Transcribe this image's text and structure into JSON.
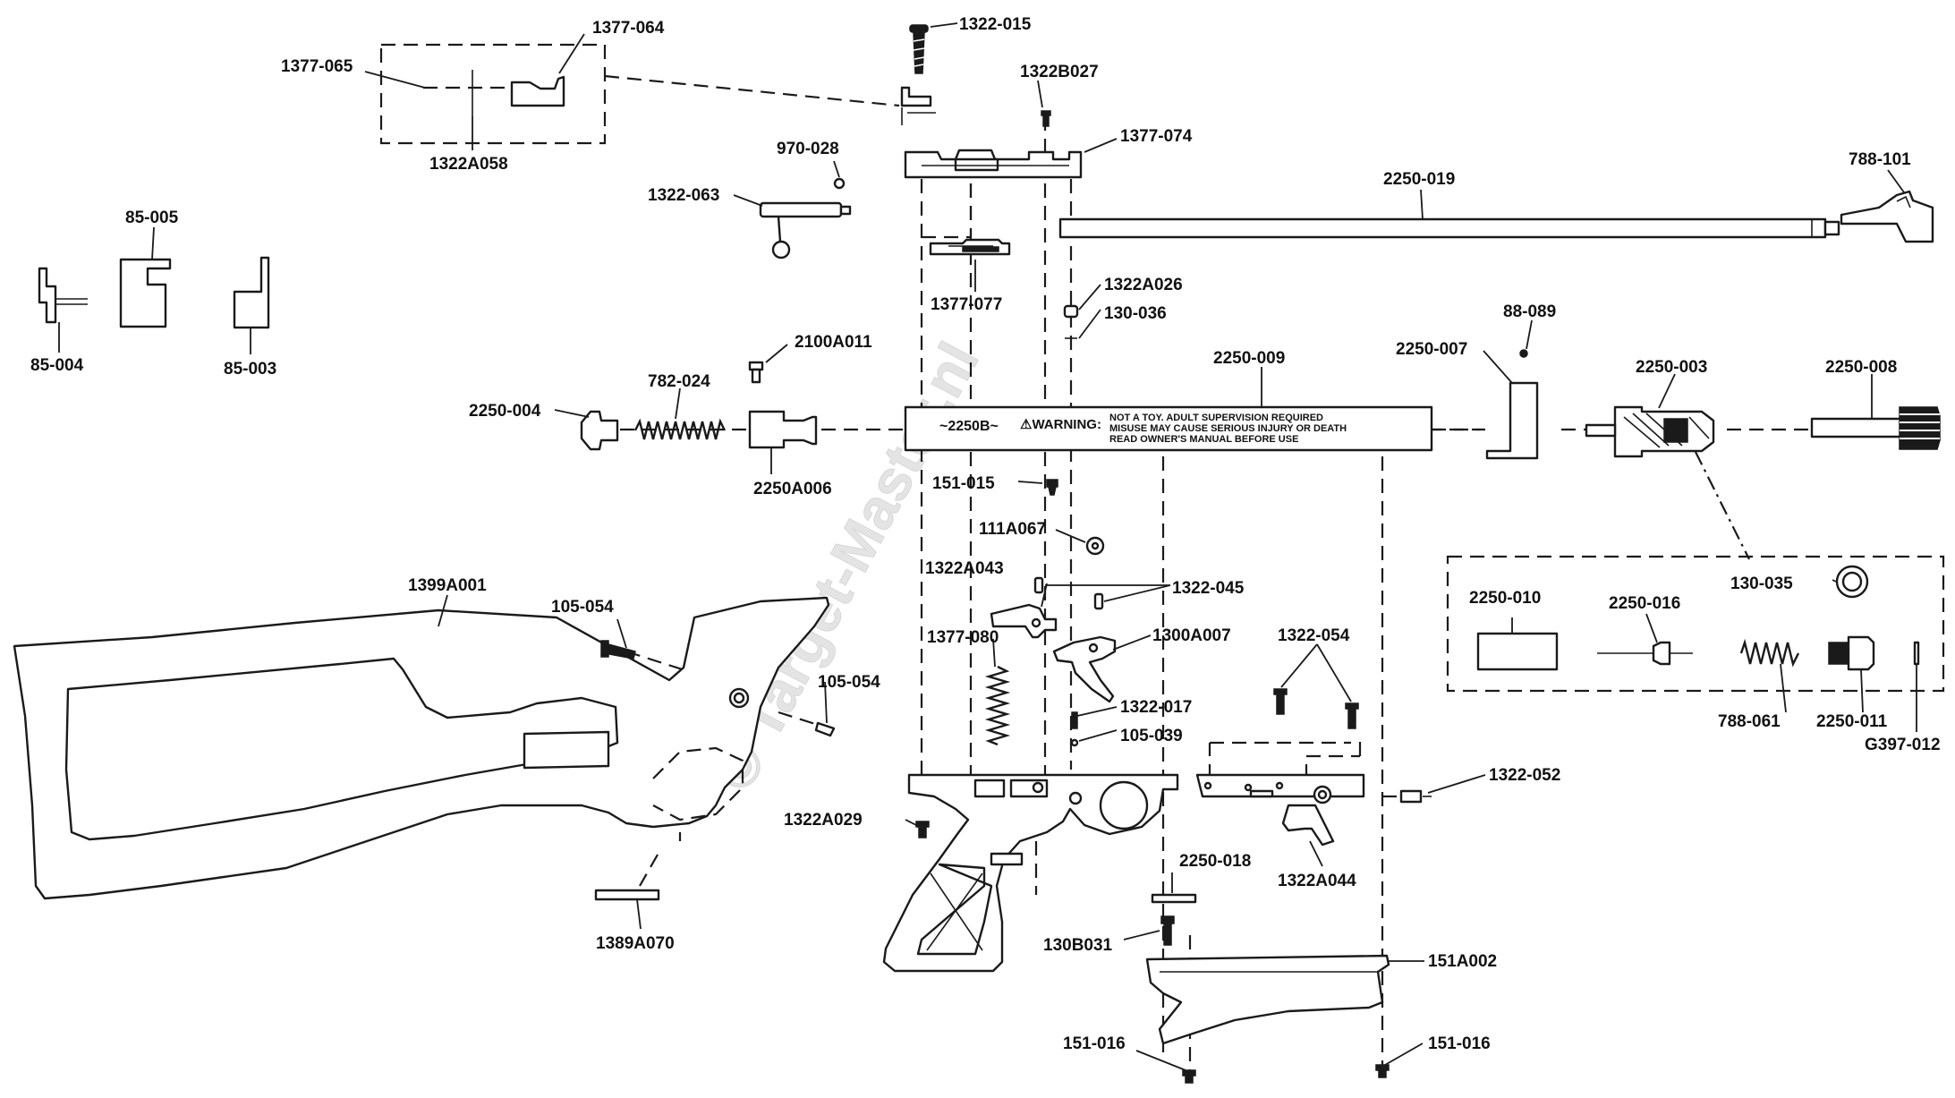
{
  "watermark": "© Target-Master.nl",
  "barrel_warning": {
    "model": "~2250B~",
    "warning": "⚠WARNING:",
    "line1": "NOT A TOY. ADULT SUPERVISION REQUIRED",
    "line2": "MISUSE MAY CAUSE SERIOUS INJURY OR DEATH",
    "line3": "READ OWNER'S MANUAL BEFORE USE"
  },
  "labels": {
    "p1377_064": "1377-064",
    "p1377_065": "1377-065",
    "p1322A058": "1322A058",
    "p1322_015": "1322-015",
    "p1322B027": "1322B027",
    "p1377_074": "1377-074",
    "p970_028": "970-028",
    "p1322_063": "1322-063",
    "p2250_019": "2250-019",
    "p788_101": "788-101",
    "p85_005": "85-005",
    "p85_004": "85-004",
    "p85_003": "85-003",
    "p1377_077": "1377-077",
    "p1322A026": "1322A026",
    "p130_036": "130-036",
    "p2100A011": "2100A011",
    "p782_024": "782-024",
    "p2250_004": "2250-004",
    "p2250A006": "2250A006",
    "p2250_009": "2250-009",
    "p2250_007": "2250-007",
    "p88_089": "88-089",
    "p2250_003": "2250-003",
    "p2250_008": "2250-008",
    "p151_015": "151-015",
    "p111A067": "111A067",
    "p1322A043": "1322A043",
    "p1322_045": "1322-045",
    "p1399A001": "1399A001",
    "p105_054a": "105-054",
    "p105_054b": "105-054",
    "p1377_080": "1377-080",
    "p1300A007": "1300A007",
    "p1322_054": "1322-054",
    "p2250_010": "2250-010",
    "p2250_016": "2250-016",
    "p130_035": "130-035",
    "p788_061": "788-061",
    "p2250_011": "2250-011",
    "pG397_012": "G397-012",
    "p1322_017": "1322-017",
    "p105_039": "105-039",
    "p1322_052": "1322-052",
    "p1322A029": "1322A029",
    "p2250_018": "2250-018",
    "p1322A044": "1322A044",
    "p1389A070": "1389A070",
    "p130B031": "130B031",
    "p151A002": "151A002",
    "p151_016a": "151-016",
    "p151_016b": "151-016"
  }
}
